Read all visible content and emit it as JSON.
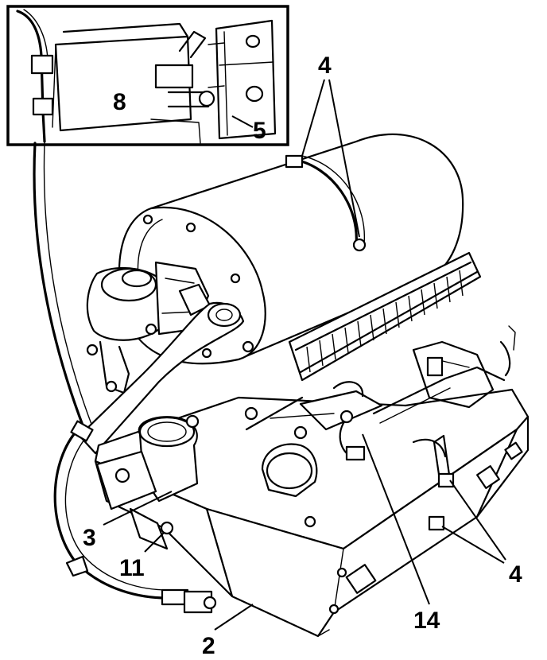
{
  "diagram": {
    "callouts": {
      "label_8": "8",
      "label_5": "5",
      "label_4_top": "4",
      "label_4_right": "4",
      "label_3": "3",
      "label_11": "11",
      "label_14": "14",
      "label_2": "2"
    },
    "icons": [
      "inset-detail-frame",
      "blower-motor-housing",
      "vacuum-actuator",
      "air-intake-grille",
      "heater-box",
      "wiring-harness"
    ]
  }
}
